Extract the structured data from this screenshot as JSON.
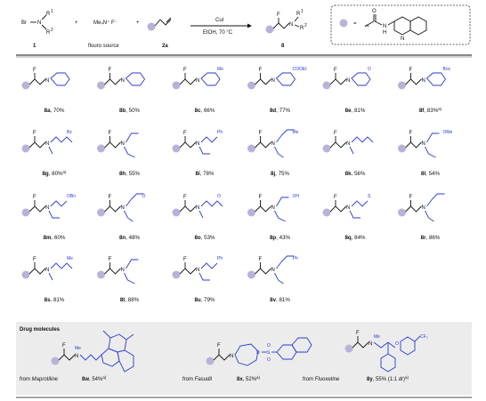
{
  "reaction": {
    "reagent1_atom_br": "Br",
    "reagent1_atom_n": "N",
    "reagent1_r1": "R",
    "reagent1_r1_sup": "1",
    "reagent1_r2": "R",
    "reagent1_r2_sup": "2",
    "reagent1_num": "1",
    "plus": "+",
    "reagent2_formula": "Me₄N⁺ F⁻",
    "reagent2_caption": "flouro source",
    "reagent3_num": "2a",
    "conditions_top": "CuI",
    "conditions_bottom": "EtOH, 70 °C",
    "product_f": "F",
    "product_n": "N",
    "product_r1": "R",
    "product_r1_sup": "1",
    "product_r2": "R",
    "product_r2_sup": "2",
    "product_num": "8",
    "legend_equals": "=",
    "legend_o": "O",
    "legend_n": "N",
    "legend_h": "H"
  },
  "products": [
    {
      "id": "8a",
      "yield": ", 70%",
      "sub": ""
    },
    {
      "id": "8b",
      "yield": ", 50%",
      "sub": ""
    },
    {
      "id": "8c",
      "yield": ", 66%",
      "sub": "Me"
    },
    {
      "id": "8d",
      "yield": ", 77%",
      "sub": "COOEt"
    },
    {
      "id": "8e",
      "yield": ", 81%",
      "sub": "O"
    },
    {
      "id": "8f",
      "yield": ", 83%",
      "note": "a)",
      "sub": "Boc"
    },
    {
      "id": "8g",
      "yield": ", 80%",
      "note": "a)",
      "sub": "Bz"
    },
    {
      "id": "8h",
      "yield": ", 55%",
      "sub": ""
    },
    {
      "id": "8i",
      "yield": ", 78%",
      "sub": "Ph"
    },
    {
      "id": "8j",
      "yield": ", 75%",
      "sub": "Me"
    },
    {
      "id": "8k",
      "yield": ", 56%",
      "sub": ""
    },
    {
      "id": "8l",
      "yield": ", 54%",
      "sub": "OMe"
    },
    {
      "id": "8m",
      "yield": ", 60%",
      "sub": "OBn"
    },
    {
      "id": "8n",
      "yield": ", 48%",
      "sub": "O"
    },
    {
      "id": "8o",
      "yield": ", 53%",
      "sub": "O"
    },
    {
      "id": "8p",
      "yield": ", 43%",
      "sub": "OH"
    },
    {
      "id": "8q",
      "yield": ", 84%",
      "sub": "S"
    },
    {
      "id": "8r",
      "yield": ", 86%",
      "sub": ""
    },
    {
      "id": "8s",
      "yield": ", 81%",
      "sub": "Me"
    },
    {
      "id": "8t",
      "yield": ", 88%",
      "sub": ""
    },
    {
      "id": "8u",
      "yield": ", 79%",
      "sub": "Ph"
    },
    {
      "id": "8v",
      "yield": ", 81%",
      "sub": "Ph"
    }
  ],
  "extra_labels": {
    "ph": "Ph",
    "f": "F",
    "n": "N",
    "me": "Me",
    "cf3": "CF₃",
    "o": "O",
    "s": "S",
    "n_ring": "N"
  },
  "drugs": {
    "title": "Drug molecules",
    "items": [
      {
        "id": "8w",
        "yield": ", 54%",
        "note": "a)",
        "from": "from ",
        "name": "Maprotiline"
      },
      {
        "id": "8x",
        "yield": ", 52%",
        "note": "a)",
        "from": "from ",
        "name": "Fasudil"
      },
      {
        "id": "8y",
        "yield": ", 55% (1:1 ",
        "dr": "dr",
        "note": ")",
        "note_sup": "a)",
        "from": "from ",
        "name": "Fluoxetine"
      }
    ]
  }
}
